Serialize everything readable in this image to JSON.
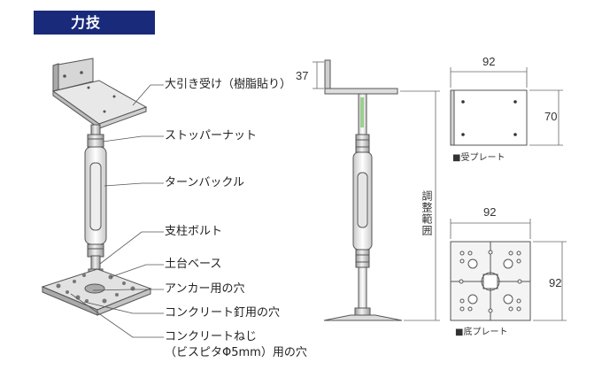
{
  "title": "力技",
  "labels": {
    "receiver": "大引き受け（樹脂貼り）",
    "stopper_nut": "ストッパーナット",
    "turnbuckle": "ターンバックル",
    "support_bolt": "支柱ボルト",
    "base": "土台ベース",
    "anchor_hole": "アンカー用の穴",
    "nail_hole": "コンクリート釘用の穴",
    "screw_hole_1": "コンクリートねじ",
    "screw_hole_2": "（ビスピタΦ5mm）用の穴"
  },
  "dimensions": {
    "flange_height": "37",
    "adjust_range": "調整範囲",
    "receiver_width": "92",
    "receiver_depth": "70",
    "base_width": "92",
    "base_depth": "92"
  },
  "captions": {
    "receiver_plate": "■受プレート",
    "base_plate": "■底プレート"
  },
  "colors": {
    "banner": "#1a2a7a",
    "line": "#555555",
    "metal_light": "#e4e4e4",
    "metal_mid": "#bdbdbd",
    "metal_dark": "#8a8a8a"
  }
}
